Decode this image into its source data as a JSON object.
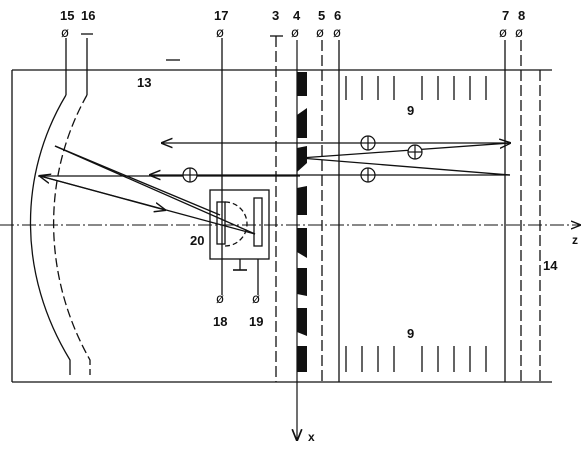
{
  "labels": {
    "l15": "15",
    "l16": "16",
    "l17": "17",
    "l3": "3",
    "l4": "4",
    "l5": "5",
    "l6": "6",
    "l7": "7",
    "l8": "8",
    "l13": "13",
    "l9_top": "9",
    "l9_bottom": "9",
    "l20": "20",
    "l18": "18",
    "l19": "19",
    "l14": "14"
  },
  "axes": {
    "z": "z",
    "x": "x"
  },
  "symbols": {
    "phase": "ø",
    "ground": "⊥",
    "ion": "⊕"
  },
  "colors": {
    "ink": "#111111"
  }
}
